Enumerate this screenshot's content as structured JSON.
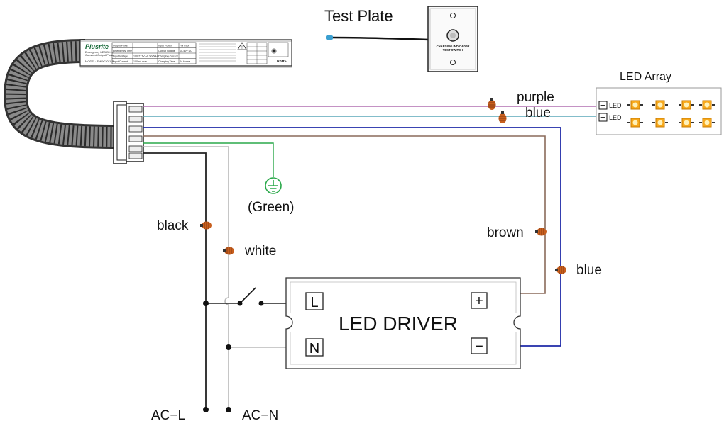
{
  "test_plate": {
    "title": "Test Plate",
    "plate_text_1": "CHARGING INDICATOR",
    "plate_text_2": "TEST SWITCH"
  },
  "led_array": {
    "title": "LED Array",
    "pos_label": "LED",
    "neg_label": "LED",
    "pos_symbol": "+",
    "neg_symbol": "−"
  },
  "emergency_driver": {
    "brand": "Plusrite",
    "subtitle_1": "Emergency LED Driver",
    "subtitle_2": "Constant Output Power",
    "model": "MODEL: EMDC20-1-A",
    "rohs": "RoHS",
    "rows": [
      [
        "Output Power",
        "",
        "Input Power",
        "7W max"
      ],
      [
        "Emergency Time",
        "",
        "Output Voltage",
        "10-40V DC"
      ],
      [
        "Input Voltage",
        "100-277V AC 50/60Hz",
        "Charging Current",
        ""
      ],
      [
        "Input Current",
        "100mA max",
        "Charging Time",
        "24 Hours"
      ]
    ]
  },
  "wires": {
    "purple": "purple",
    "blue_top": "blue",
    "black": "black",
    "white": "white",
    "green": "(Green)",
    "brown": "brown",
    "blue_right": "blue"
  },
  "led_driver": {
    "title": "LED DRIVER",
    "L": "L",
    "N": "N",
    "plus": "+",
    "minus": "−"
  },
  "ac": {
    "line": "AC−L",
    "neutral": "AC−N"
  },
  "colors": {
    "purple": "#b06fb0",
    "blue_light": "#5aa7b8",
    "blue_dark": "#1f2aa8",
    "brown": "#8a6a5a",
    "green": "#2aa84a",
    "white_wire": "#b8b8b8",
    "black": "#222222",
    "nut": "#b4531c",
    "led_orange": "#f7a81b"
  }
}
